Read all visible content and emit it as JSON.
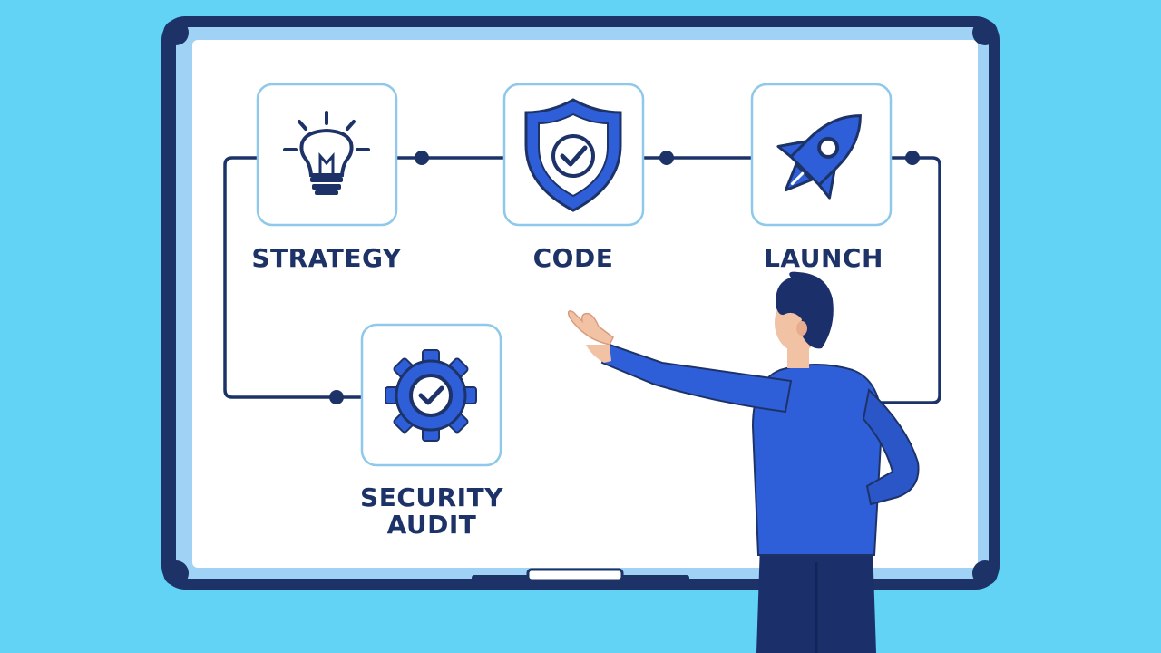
{
  "colors": {
    "background": "#62d3f5",
    "board_frame": "#1d3368",
    "board_surface": "#ffffff",
    "accent": "#2f5fd8",
    "line": "#1d3368"
  },
  "steps": [
    {
      "label": "STRATEGY",
      "icon": "lightbulb-icon"
    },
    {
      "label": "CODE",
      "icon": "shield-check-icon"
    },
    {
      "label": "LAUNCH",
      "icon": "rocket-icon"
    },
    {
      "label_line1": "SECURITY",
      "label_line2": "AUDIT",
      "icon": "gear-check-icon"
    }
  ],
  "person": {
    "icon": "presenter-figure"
  }
}
